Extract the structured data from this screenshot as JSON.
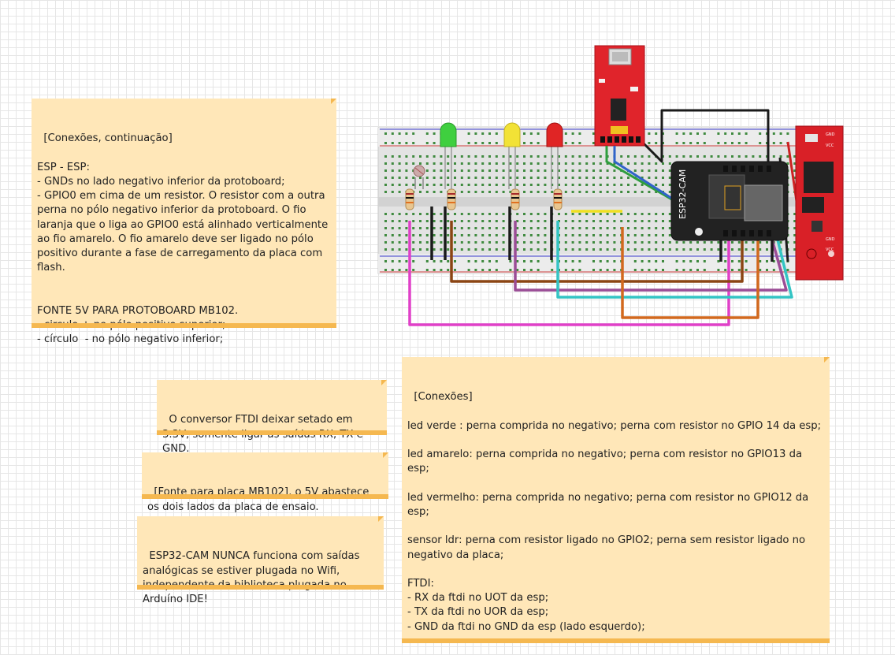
{
  "notes": {
    "continuation": "[Conexões, continuação]\n\nESP - ESP:\n- GNDs no lado negativo inferior da protoboard;\n- GPIO0 em cima de um resistor. O resistor com a outra perna no pólo negativo inferior da protoboard. O fio laranja que o liga ao GPIO0 está alinhado verticalmente ao fio amarelo. O fio amarelo deve ser ligado no pólo positivo durante a fase de carregamento da placa com flash.\n\n\nFONTE 5V PARA PROTOBOARD MB102.\n- circulo + no pólo positivo superior;\n- círculo  - no pólo negativo inferior;",
    "ftdi": "O conversor FTDI deixar setado em 3.3V, somente ligar as saídas RX, TX e GND.",
    "power": "[Fonte para placa MB102], o 5V abastece os dois lados da placa de ensaio.",
    "esp32": "ESP32-CAM NUNCA funciona com saídas analógicas se estiver plugada no Wifi, independente da biblioteca plugada no Arduíno IDE!",
    "connections": "[Conexões]\n\nled verde : perna comprida no negativo; perna com resistor no GPIO 14 da esp;\n\nled amarelo: perna comprida no negativo; perna com resistor no GPIO13 da esp;\n\nled vermelho: perna comprida no negativo; perna com resistor no GPIO12 da esp;\n\nsensor ldr: perna com resistor ligado no GPIO2; perna sem resistor ligado no negativo da placa;\n\nFTDI:\n- RX da ftdi no UOT da esp;\n- TX da ftdi no UOR da esp;\n- GND da ftdi no GND da esp (lado esquerdo);"
  },
  "board_labels": {
    "esp_label": "ESP32-CAM",
    "psu_gnd": "GND",
    "psu_vcc": "VCC"
  },
  "colors": {
    "note_bg": "#ffe7b8",
    "note_bar": "#f5b850",
    "breadboard": "#e4e4e4",
    "rail_red": "#d33",
    "rail_blue": "#33d",
    "ftdi_board": "#e0242b",
    "esp_board": "#222222",
    "psu_board": "#d92027",
    "wire_magenta": "#e040c8",
    "wire_brown": "#8b4513",
    "wire_purple": "#9b4d96",
    "wire_cyan": "#33c4c4",
    "wire_orange": "#d2691e",
    "wire_green": "#2e9e3e",
    "wire_blue": "#3063c9",
    "wire_black": "#1a1a1a",
    "wire_yellow": "#f0e020",
    "led_green": "#3fcf3f",
    "led_yellow": "#f2e236",
    "led_red": "#e02525"
  }
}
